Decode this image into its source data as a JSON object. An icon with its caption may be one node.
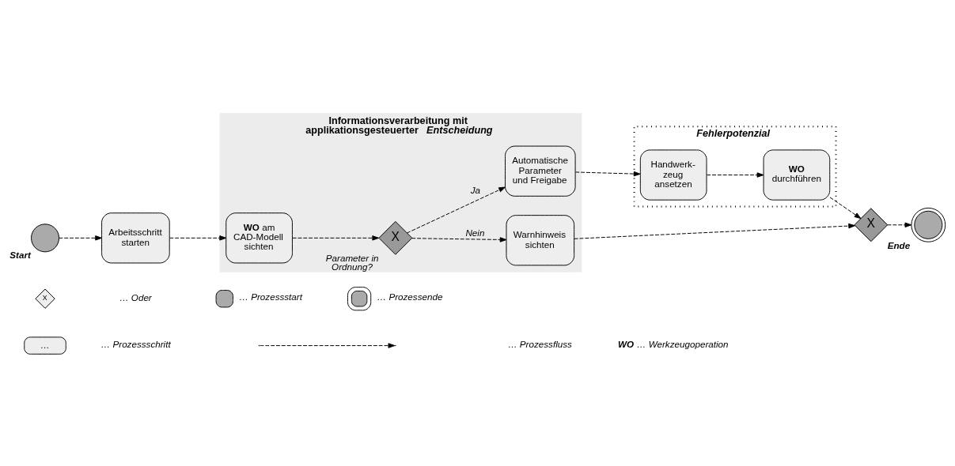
{
  "diagram": {
    "nodes": [
      {
        "text": [
          "Start"
        ]
      },
      {
        "text": [
          "Arbeitsschritt starten"
        ]
      },
      {
        "text": [
          "Informationsverarbeitung mit applikationsgesteuerter *Entscheidung*"
        ]
      },
      {
        "text": [
          "**WO** am CAD-Modell sichten"
        ],
        "in": 2
      },
      {
        "text": [
          "X"
        ],
        "beside": [
          "Parameter in Ordnung?"
        ],
        "in": 2
      },
      {
        "text": [
          "Automatische Parameter und Freigabe"
        ],
        "in": 2
      },
      {
        "text": [
          "Warnhinweis sichten"
        ],
        "in": 2
      },
      {
        "text": [
          "Fehlerpotenzial"
        ]
      },
      {
        "text": [
          "Handwerk- zeug ansetzen"
        ],
        "in": 7
      },
      {
        "text": [
          "**WO** durchführen"
        ],
        "in": 7
      },
      {
        "text": [
          "X"
        ]
      },
      {
        "text": [
          "Ende"
        ]
      }
    ],
    "edges": [
      {
        "from": 0,
        "to": 1,
        "arrow": "to",
        "style": "dashed"
      },
      {
        "from": 1,
        "to": 3,
        "arrow": "to",
        "style": "dashed"
      },
      {
        "from": 3,
        "to": 4,
        "arrow": "to",
        "style": "dashed"
      },
      {
        "from": 4,
        "to": 5,
        "arrow": "to",
        "style": "dashed",
        "label": "Ja"
      },
      {
        "from": 4,
        "to": 6,
        "arrow": "to",
        "style": "dashed",
        "label": "Nein"
      },
      {
        "from": 5,
        "to": 8,
        "arrow": "to",
        "style": "dashed"
      },
      {
        "from": 8,
        "to": 9,
        "arrow": "to",
        "style": "dashed"
      },
      {
        "from": 9,
        "to": 10,
        "arrow": "to",
        "style": "dashed"
      },
      {
        "from": 6,
        "to": 10,
        "arrow": "to",
        "style": "dashed"
      },
      {
        "from": 10,
        "to": 11,
        "arrow": "to",
        "style": "dashed"
      }
    ],
    "labels": [
      "…",
      "X"
    ],
    "legend": [
      {
        "text": "… Prozessschritt"
      },
      {
        "text": "… Prozessfluss"
      },
      {
        "text": "**WO** … Werkzeugoperation"
      },
      {
        "text": "… Oder"
      },
      {
        "text": "… Prozessstart"
      },
      {
        "text": "… Prozessende"
      }
    ]
  }
}
